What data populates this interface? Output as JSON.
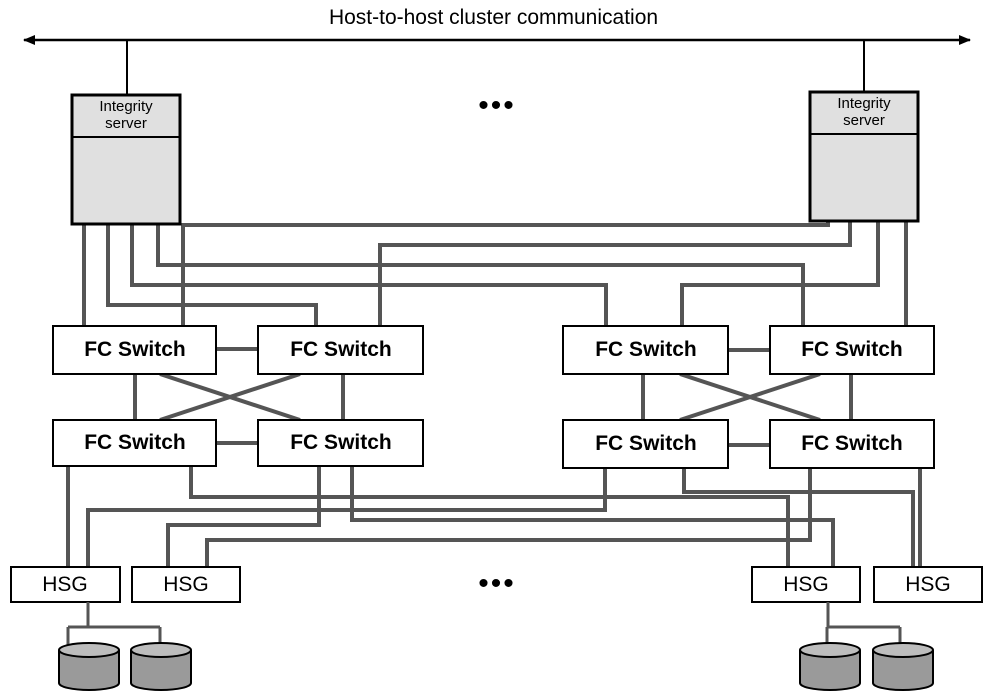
{
  "title": "Host-to-host cluster communication",
  "servers": [
    {
      "label_line1": "Integrity",
      "label_line2": "server"
    },
    {
      "label_line1": "Integrity",
      "label_line2": "server"
    }
  ],
  "switches": [
    {
      "label": "FC Switch"
    },
    {
      "label": "FC Switch"
    },
    {
      "label": "FC Switch"
    },
    {
      "label": "FC Switch"
    },
    {
      "label": "FC Switch"
    },
    {
      "label": "FC Switch"
    },
    {
      "label": "FC Switch"
    },
    {
      "label": "FC Switch"
    }
  ],
  "controllers": [
    {
      "label": "HSG"
    },
    {
      "label": "HSG"
    },
    {
      "label": "HSG"
    },
    {
      "label": "HSG"
    }
  ],
  "ellipsis": "•••",
  "colors": {
    "line": "#555555",
    "box_fill": "#e0e0e0",
    "disk_fill": "#9a9a9a"
  }
}
